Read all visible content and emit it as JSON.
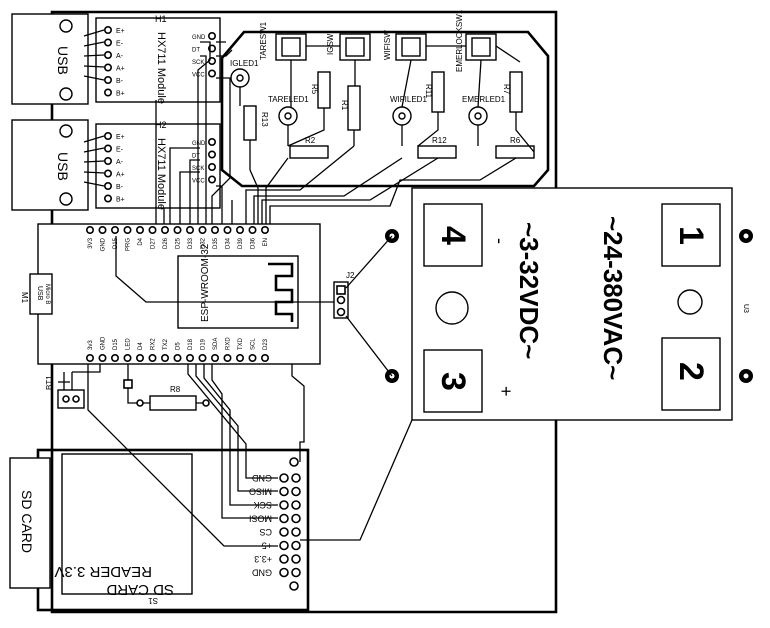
{
  "hx711_top": {
    "ref": "H1",
    "module_label": "HX711 Module",
    "left_pins": [
      "E+",
      "E-",
      "A-",
      "A+",
      "B-",
      "B+"
    ],
    "right_pins": [
      "GND",
      "DT",
      "SCK",
      "VCC"
    ]
  },
  "hx711_bottom": {
    "ref": "H2",
    "module_label": "HX711 Module",
    "left_pins": [
      "E+",
      "E-",
      "A-",
      "A+",
      "B-",
      "B+"
    ],
    "right_pins": [
      "GND",
      "DT",
      "SCK",
      "VCC"
    ]
  },
  "usb_top": {
    "label": "USB"
  },
  "usb_bottom": {
    "label": "USB"
  },
  "switches": [
    "TARESW1",
    "IGSW",
    "WIFISW",
    "EMERLOCKSW1"
  ],
  "leds": [
    "IGLED1",
    "TARELED1",
    "WIFILED1",
    "EMERLED1"
  ],
  "resistors": [
    "R13",
    "R5",
    "R1",
    "R2",
    "R11",
    "R12",
    "R7",
    "R6",
    "R8"
  ],
  "esp32": {
    "module_label": "ESP-WROOM-32",
    "top_pins": [
      "3V3",
      "GND",
      "D15",
      "PRG",
      "D4",
      "D27",
      "D26",
      "D25",
      "D33",
      "D32",
      "D35",
      "D34",
      "D39",
      "D36",
      "EN"
    ],
    "bottom_pins": [
      "3v3",
      "GND",
      "D15",
      "LED",
      "D4",
      "RX2",
      "TX2",
      "D5",
      "D18",
      "D19",
      "SDA",
      "RXD",
      "TXD",
      "SCL",
      "D23"
    ]
  },
  "m1": {
    "ref": "M1",
    "label": "USB",
    "sublabel": "Micro B"
  },
  "j2": {
    "ref": "J2"
  },
  "bt1": {
    "ref": "BT1"
  },
  "relay": {
    "ref": "U3",
    "dc_label": "~3-32VDC~",
    "ac_label": "~24-380VAC~",
    "terminals": {
      "t4": "4",
      "t3": "3",
      "t1": "1",
      "t2": "2"
    },
    "minus_sign": "-",
    "plus_sign": "+"
  },
  "sd_reader": {
    "ref": "S1",
    "title_line1": "SD CARD",
    "title_line2": "READER 3.3V",
    "pins": [
      "GND",
      "MISO",
      "SCK",
      "MOSI",
      "CS",
      "+5",
      "+3.3",
      "GND"
    ]
  },
  "sd_card": {
    "label": "SD CARD"
  }
}
